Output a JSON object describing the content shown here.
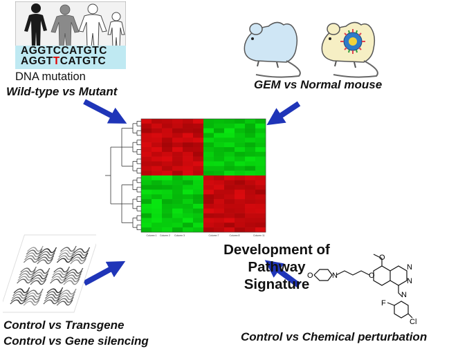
{
  "quadrants": {
    "top_left": {
      "dna_seq_1": "AGGTCCATGTC",
      "dna_seq_2_prefix": "AGGT",
      "dna_seq_2_mutant": "T",
      "dna_seq_2_suffix": "CATGTC",
      "label_1": "DNA mutation",
      "label_2": "Wild-type vs Mutant"
    },
    "top_right": {
      "label": "GEM vs Normal mouse"
    },
    "bottom_left": {
      "label_1": "Control vs Transgene",
      "label_2": "Control vs Gene silencing"
    },
    "bottom_right": {
      "label": "Control vs Chemical perturbation",
      "atom_labels": [
        "O",
        "N",
        "N",
        "O",
        "N",
        "O",
        "N",
        "F",
        "Cl"
      ]
    }
  },
  "center": {
    "line_1": "Development of",
    "line_2": "Pathway Signature"
  },
  "heatmap": {
    "rows": 24,
    "cols": 12,
    "column_labels": [
      "Column 1",
      "Column 2",
      "Column 3",
      "Column 7",
      "Column 8",
      "Column 11"
    ],
    "pattern": "upper-left red, upper-right green, lower-left green, lower-right red"
  },
  "colors": {
    "arrow": "#1f35b8",
    "heat_red": "#c0141c",
    "heat_green": "#12c81a",
    "dna_box": "#bfe9f2",
    "mutation": "#e00000"
  }
}
